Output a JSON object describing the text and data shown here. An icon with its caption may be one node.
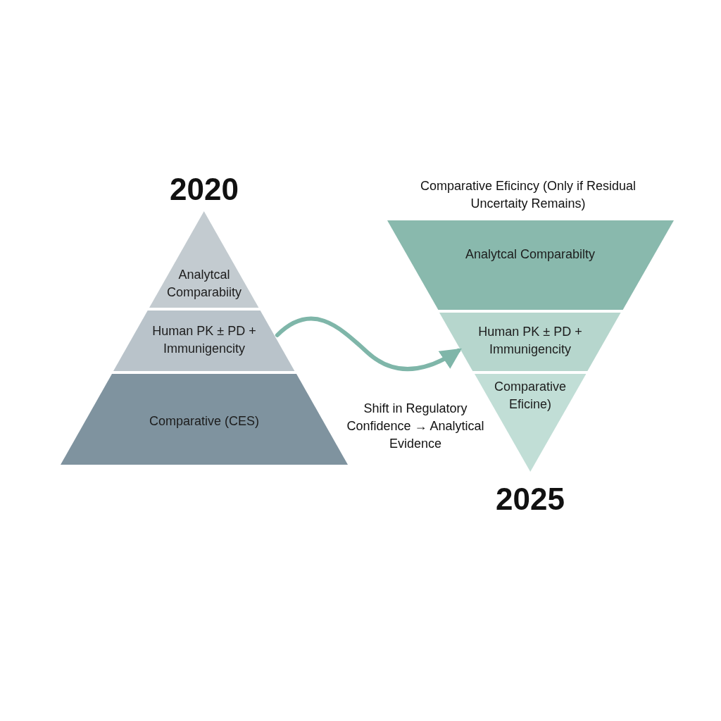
{
  "diagram": {
    "nodes": [
      {
        "text": [
          "Analytcal Comparabiity"
        ]
      },
      {
        "text": [
          "Human PK ± PD + Immunigencity"
        ]
      },
      {
        "text": [
          "Comparative (CES)"
        ]
      },
      {
        "text": [
          "Analytcal Comparabilty"
        ]
      },
      {
        "text": [
          "Human PK ± PD + Immunigencity"
        ]
      },
      {
        "text": [
          "Comparative Eficine)"
        ]
      }
    ],
    "edges": [
      {
        "from": 1,
        "to": 4,
        "arrow": "to"
      }
    ],
    "labels": [
      "2020",
      "Comparative Eficincy (Only if Residual Uncertaity Remains)",
      "Shift in Regulatory Confidence → Analytical Evidence",
      "2025"
    ]
  }
}
